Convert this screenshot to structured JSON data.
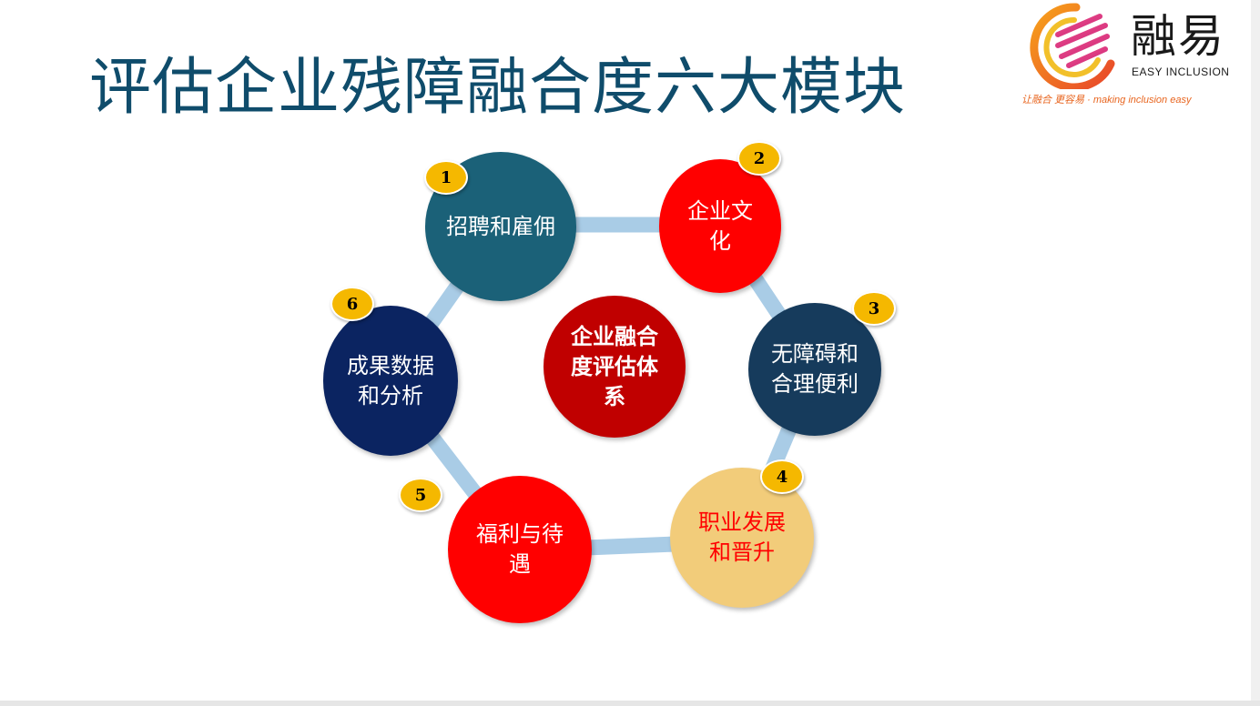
{
  "title": "评估企业残障融合度六大模块",
  "logo": {
    "name_cn": "融易",
    "name_en": "EASY INCLUSION",
    "tagline": "让融合  更容易 · making inclusion easy"
  },
  "center": {
    "label": "企业融合度评估体系"
  },
  "modules": [
    {
      "number": "1",
      "label": "招聘和雇佣",
      "color": "#1b6178",
      "text_color": "#ffffff"
    },
    {
      "number": "2",
      "label": "企业文化",
      "color": "#ff0000",
      "text_color": "#ffffff"
    },
    {
      "number": "3",
      "label": "无障碍和合理便利",
      "color": "#163b5c",
      "text_color": "#ffffff"
    },
    {
      "number": "4",
      "label": "职业发展和晋升",
      "color": "#f2cc7a",
      "text_color": "#ff0000"
    },
    {
      "number": "5",
      "label": "福利与待遇",
      "color": "#ff0000",
      "text_color": "#ffffff"
    },
    {
      "number": "6",
      "label": "成果数据和分析",
      "color": "#0b2461",
      "text_color": "#ffffff"
    }
  ],
  "colors": {
    "ring": "#a9cce6",
    "badge": "#f5b800",
    "title": "#0f4c6b",
    "center": "#c00000"
  }
}
